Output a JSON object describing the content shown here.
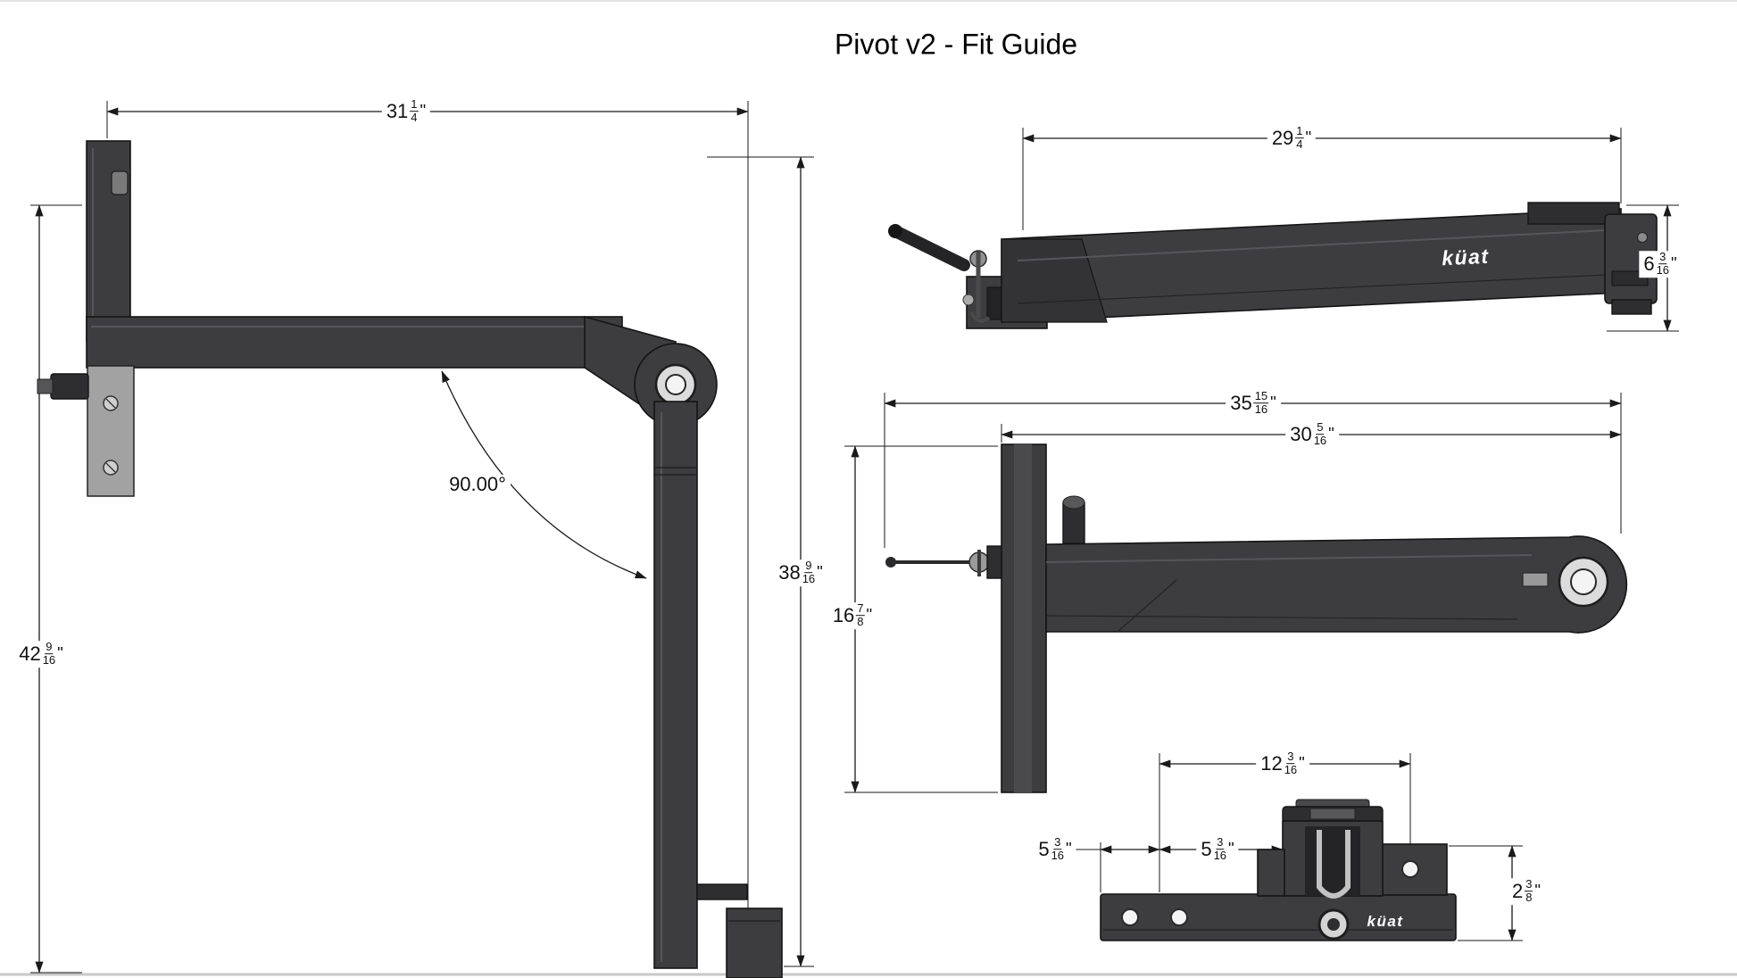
{
  "title": "Pivot v2 - Fit Guide",
  "brand": {
    "logo": "küat"
  },
  "views": {
    "side": {
      "dims": {
        "width": {
          "whole": "31",
          "num": "1",
          "den": "4",
          "unit": "\""
        },
        "height_left": {
          "whole": "42",
          "num": "9",
          "den": "16",
          "unit": "\""
        },
        "height_right": {
          "whole": "38",
          "num": "9",
          "den": "16",
          "unit": "\""
        },
        "angle": "90.00°"
      }
    },
    "folded": {
      "dims": {
        "length": {
          "whole": "29",
          "num": "1",
          "den": "4",
          "unit": "\""
        },
        "height": {
          "whole": "6",
          "num": "3",
          "den": "16",
          "unit": "\""
        }
      }
    },
    "top": {
      "dims": {
        "overall_length": {
          "whole": "35",
          "num": "15",
          "den": "16",
          "unit": "\""
        },
        "arm_length": {
          "whole": "30",
          "num": "5",
          "den": "16",
          "unit": "\""
        },
        "depth": {
          "whole": "16",
          "num": "7",
          "den": "8",
          "unit": "\""
        }
      }
    },
    "front": {
      "dims": {
        "width": {
          "whole": "12",
          "num": "3",
          "den": "16",
          "unit": "\""
        },
        "offset_left": {
          "whole": "5",
          "num": "3",
          "den": "16",
          "unit": "\""
        },
        "offset_center": {
          "whole": "5",
          "num": "3",
          "den": "16",
          "unit": "\""
        },
        "height": {
          "whole": "2",
          "num": "3",
          "den": "8",
          "unit": "\""
        }
      }
    }
  }
}
